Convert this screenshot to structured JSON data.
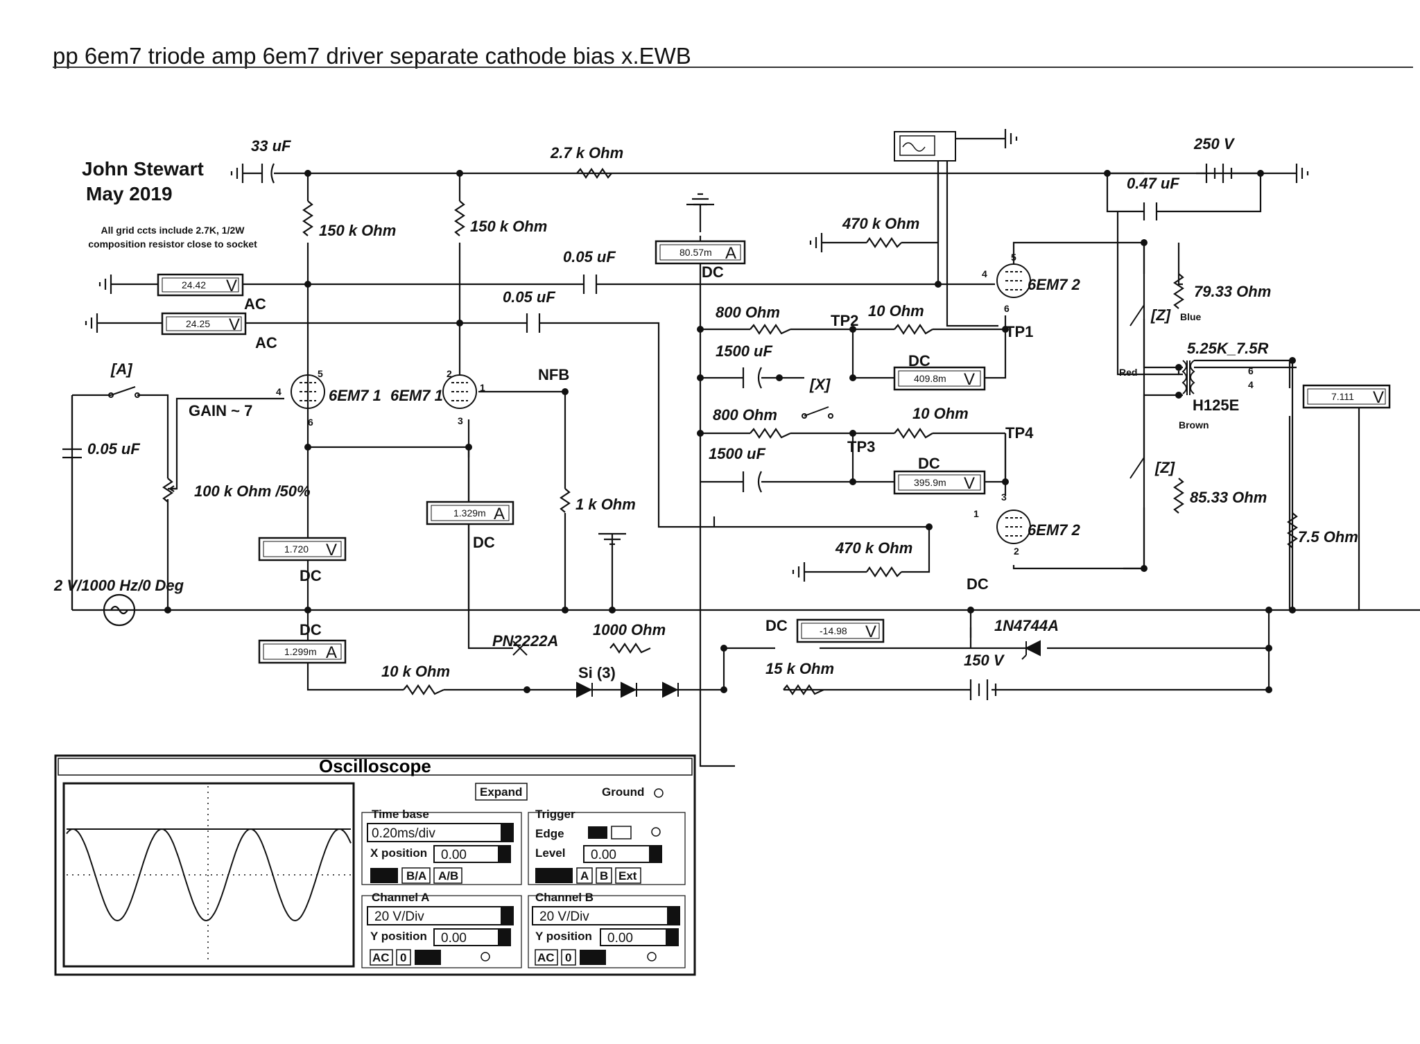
{
  "header": {
    "title": "pp 6em7 triode amp 6em7 driver separate cathode bias x.EWB"
  },
  "author": {
    "name": "John Stewart",
    "date": "May 2019"
  },
  "note": {
    "line1": "All grid ccts include 2.7K, 1/2W",
    "line2": "composition resistor close to socket"
  },
  "components": {
    "c_33uF": "33 uF",
    "r_2k7": "2.7 k Ohm",
    "v_250": "250 V",
    "c_047": "0.47 uF",
    "r_150k_a": "150 k Ohm",
    "r_150k_b": "150 k Ohm",
    "r_470k_top": "470 k Ohm",
    "r_470k_bot": "470 k Ohm",
    "c_005_a": "0.05 uF",
    "c_005_b": "0.05 uF",
    "c_005_in": "0.05 uF",
    "r_800_a": "800  Ohm",
    "r_800_b": "800  Ohm",
    "r_10_a": "10  Ohm",
    "r_10_b": "10  Ohm",
    "c_1500_a": "1500 uF",
    "c_1500_b": "1500 uF",
    "r_7933": "79.33  Ohm",
    "r_8533": "85.33  Ohm",
    "r_75": "7.5  Ohm",
    "xfmr": "5.25K_7.5R",
    "xfmr_model": "H125E",
    "pot": "100 k Ohm /50%",
    "r_1k": "1 k Ohm",
    "r_1000": "1000  Ohm",
    "r_10k": "10 k Ohm",
    "r_15k": "15 k Ohm",
    "v_150": "150 V",
    "transistor": "PN2222A",
    "diodes": "Si (3)",
    "zener": "1N4744A",
    "source": "2 V/1000 Hz/0 Deg",
    "gain": "GAIN ~ 7",
    "nfb": "NFB",
    "tube1a": "6EM7 1",
    "tube1b": "6EM7 1",
    "tube2a": "6EM7 2",
    "tube2b": "6EM7 2",
    "tp1": "TP1",
    "tp2": "TP2",
    "tp3": "TP3",
    "tp4": "TP4",
    "sw_a": "[A]",
    "sw_x": "[X]",
    "sw_z1": "[Z]",
    "sw_z2": "[Z]",
    "wire_blue": "Blue",
    "wire_red": "Red",
    "wire_brown": "Brown",
    "ac1": "AC",
    "ac2": "AC",
    "dc_labels": [
      "DC",
      "DC",
      "DC",
      "DC",
      "DC",
      "DC",
      "DC",
      "DC"
    ],
    "pins": [
      "4",
      "5",
      "6",
      "2",
      "1",
      "3",
      "5",
      "4",
      "6",
      "3",
      "1",
      "2",
      "6",
      "4"
    ]
  },
  "meters": [
    {
      "value": "24.42",
      "unit": "V"
    },
    {
      "value": "24.25",
      "unit": "V"
    },
    {
      "value": "80.57m",
      "unit": "A"
    },
    {
      "value": "409.8m",
      "unit": "V"
    },
    {
      "value": "395.9m",
      "unit": "V"
    },
    {
      "value": "1.329m",
      "unit": "A"
    },
    {
      "value": "1.720",
      "unit": "V"
    },
    {
      "value": "1.299m",
      "unit": "A"
    },
    {
      "value": "-14.98",
      "unit": "V"
    },
    {
      "value": "7.111",
      "unit": "V"
    }
  ],
  "oscilloscope": {
    "title": "Oscilloscope",
    "expand": "Expand",
    "ground": "Ground",
    "timebase": {
      "label": "Time base",
      "value": "0.20ms/div",
      "xpos_label": "X position",
      "xpos": "0.00",
      "ba": "B/A",
      "ab": "A/B"
    },
    "trigger": {
      "label": "Trigger",
      "edge": "Edge",
      "level_label": "Level",
      "level": "0.00",
      "a": "A",
      "b": "B",
      "ext": "Ext"
    },
    "channel_a": {
      "label": "Channel A",
      "value": "20 V/Div",
      "ypos_label": "Y position",
      "ypos": "0.00",
      "ac": "AC",
      "zero": "0"
    },
    "channel_b": {
      "label": "Channel B",
      "value": "20 V/Div",
      "ypos_label": "Y position",
      "ypos": "0.00",
      "ac": "AC",
      "zero": "0"
    }
  }
}
